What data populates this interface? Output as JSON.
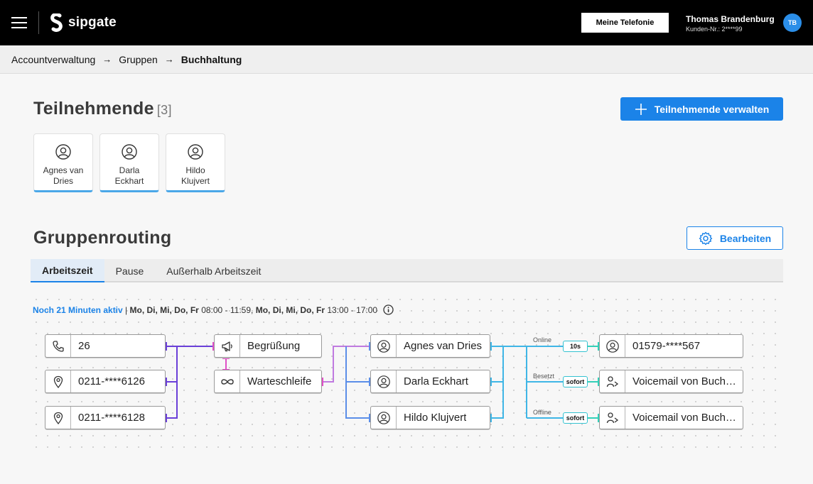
{
  "header": {
    "brand": "sipgate",
    "telephony_button": "Meine Telefonie",
    "user_name": "Thomas Brandenburg",
    "customer_number": "Kunden-Nr.: 2****99",
    "avatar_initials": "TB",
    "menu_icon": "hamburger-menu-icon",
    "logo_icon": "sipgate-logo-icon"
  },
  "breadcrumb": [
    "Accountverwaltung",
    "Gruppen",
    "Buchhaltung"
  ],
  "participants": {
    "title": "Teilnehmende",
    "count": "[3]",
    "manage_button": "Teilnehmende verwalten",
    "members": [
      {
        "name": "Agnes van Dries",
        "icon": "user-circle-icon"
      },
      {
        "name": "Darla Eckhart",
        "icon": "user-circle-icon"
      },
      {
        "name": "Hildo Klujvert",
        "icon": "user-circle-icon"
      }
    ]
  },
  "routing": {
    "title": "Gruppenrouting",
    "edit_button": "Bearbeiten",
    "tabs": [
      "Arbeitszeit",
      "Pause",
      "Außerhalb Arbeitszeit"
    ],
    "active_tab": "Arbeitszeit",
    "status": {
      "active_text": "Noch 21 Minuten aktiv",
      "separator": "|",
      "days1": "Mo, Di, Mi, Do, Fr",
      "time1": "08:00 - 11:59,",
      "days2": "Mo, Di, Mi, Do, Fr",
      "time2": "13:00 - 17:00"
    },
    "sources": [
      {
        "label": "26",
        "icon": "phone-icon"
      },
      {
        "label": "0211-****6126",
        "icon": "location-pin-icon"
      },
      {
        "label": "0211-****6128",
        "icon": "location-pin-icon"
      }
    ],
    "announcements": [
      {
        "label": "Begrüßung",
        "icon": "megaphone-icon"
      },
      {
        "label": "Warteschleife",
        "icon": "infinity-loop-icon"
      }
    ],
    "members": [
      {
        "label": "Agnes van Dries",
        "icon": "user-circle-icon"
      },
      {
        "label": "Darla Eckhart",
        "icon": "user-circle-icon"
      },
      {
        "label": "Hildo Klujvert",
        "icon": "user-circle-icon"
      }
    ],
    "conditions": [
      {
        "label": "Online",
        "delay": "10s"
      },
      {
        "label": "Besetzt",
        "delay": "sofort"
      },
      {
        "label": "Offline",
        "delay": "sofort"
      }
    ],
    "targets": [
      {
        "label": "01579-****567",
        "icon": "user-circle-icon"
      },
      {
        "label": "Voicemail von Buchhaltung",
        "icon": "voicemail-user-icon"
      },
      {
        "label": "Voicemail von Buchhaltung",
        "icon": "voicemail-user-icon"
      }
    ],
    "colors": {
      "source_wire": "#6a3fd8",
      "announcement_wire": "#e04fc6",
      "member_wire": "#5b8ee8",
      "forward_wire": "#3fb6e6",
      "target_wire": "#33d0b8"
    }
  }
}
